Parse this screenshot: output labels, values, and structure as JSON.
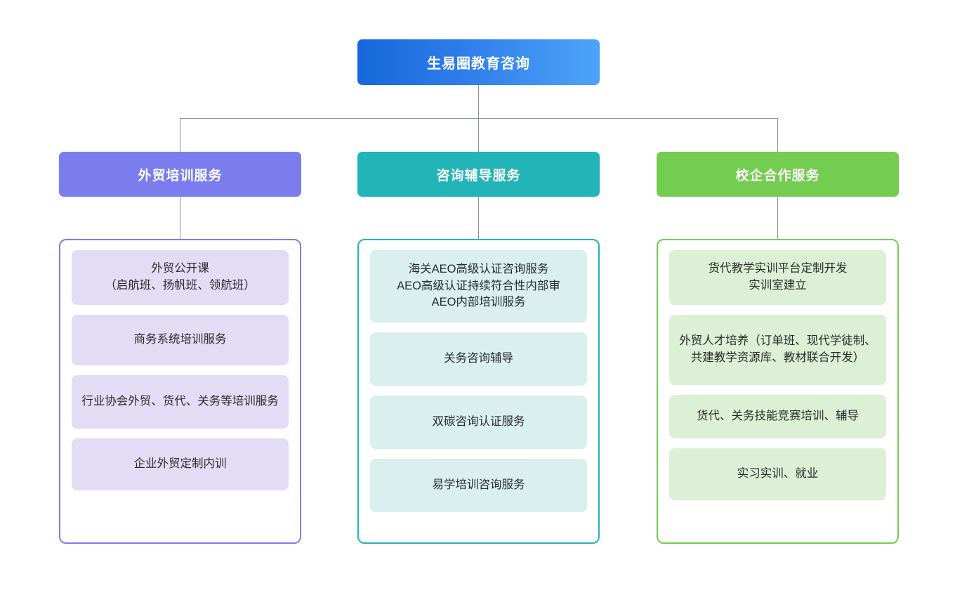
{
  "diagram": {
    "type": "organization-chart",
    "root": {
      "label": "生易圈教育咨询",
      "color": "#1667da",
      "color_end": "#4ea4f8"
    },
    "branches": [
      {
        "label": "外贸培训服务",
        "color": "#7b7def",
        "leaf_color": "#e2ddf5",
        "items": [
          "外贸公开课\n（启航班、扬帆班、领航班）",
          "商务系统培训服务",
          "行业协会外贸、货代、关务等培训服务",
          "企业外贸定制内训"
        ]
      },
      {
        "label": "咨询辅导服务",
        "color": "#22b4b8",
        "leaf_color": "#d9f0ef",
        "items": [
          "海关AEO高级认证咨询服务\nAEO高级认证持续符合性内部审\nAEO内部培训服务",
          "关务咨询辅导",
          "双碳咨询认证服务",
          "易学培训咨询服务"
        ]
      },
      {
        "label": "校企合作服务",
        "color": "#74cd50",
        "leaf_color": "#dcf0d6",
        "items": [
          "货代教学实训平台定制开发\n实训室建立",
          "外贸人才培养（订单班、现代学徒制、共建教学资源库、教材联合开发）",
          "货代、关务技能竞赛培训、辅导",
          "实习实训、就业"
        ]
      }
    ],
    "connector_color": "#8a9099"
  }
}
